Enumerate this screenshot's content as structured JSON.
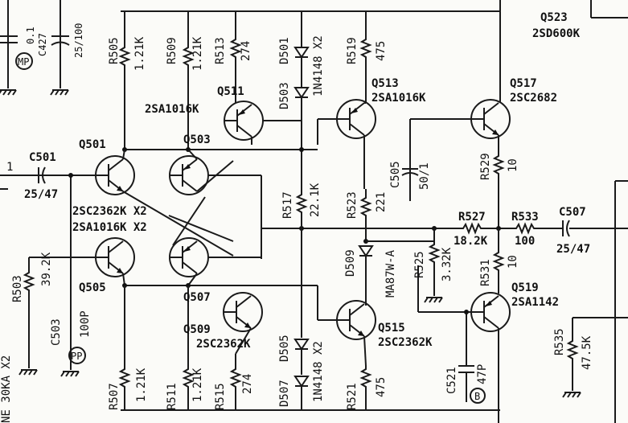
{
  "labels": {
    "r505": "R505",
    "r505v": "1.21K",
    "r509": "R509",
    "r509v": "1.21K",
    "r513": "R513",
    "r513v": "274",
    "d501": "D501",
    "d503": "D503",
    "d50x": "1N4148 X2",
    "r519": "R519",
    "r519v": "475",
    "q511": "Q511",
    "q511t": "2SA1016K",
    "q513": "Q513",
    "q513t": "2SA1016K",
    "q517": "Q517",
    "q517t": "2SC2682",
    "q523": "Q523",
    "q523t": "2SD600K",
    "c427": "C427",
    "c427v": "25/100",
    "mp": "MP",
    "mpv": "0.1",
    "q501": "Q501",
    "q503": "Q503",
    "c501": "C501",
    "c501v": "25/47",
    "q501t1": "2SC2362K X2",
    "q501t2": "2SA1016K X2",
    "r529": "R529",
    "r529v": "10",
    "c505": "C505",
    "c505v": "50/1",
    "r517": "R517",
    "r517v": "22.1K",
    "r523": "R523",
    "r523v": "221",
    "r527": "R527",
    "r527v": "18.2K",
    "r533": "R533",
    "r533v": "100",
    "c507": "C507",
    "c507v": "25/47",
    "r503": "R503",
    "r503v": "39.2K",
    "q505": "Q505",
    "d509": "D509",
    "d509t": "MA87W-A",
    "r525": "R525",
    "r525v": "3.32K",
    "r531": "R531",
    "r531v": "10",
    "q519": "Q519",
    "q519t": "2SA1142",
    "c503": "C503",
    "c503v": "100P",
    "pp": "PP",
    "q507": "Q507",
    "q509": "Q509",
    "q507t": "2SC2362K",
    "q515": "Q515",
    "q515t": "2SC2362K",
    "d505": "D505",
    "d507": "D507",
    "d50y": "1N4148 X2",
    "r535": "R535",
    "r535v": "47.5K",
    "c521": "C521",
    "c521v": "47P",
    "b": "B",
    "r507": "R507",
    "r507v": "1.21K",
    "r511": "R511",
    "r511v": "1.21K",
    "r515": "R515",
    "r515v": "274",
    "r521": "R521",
    "r521v": "475",
    "edge": "NE 30KA X2",
    "in1": "1"
  }
}
